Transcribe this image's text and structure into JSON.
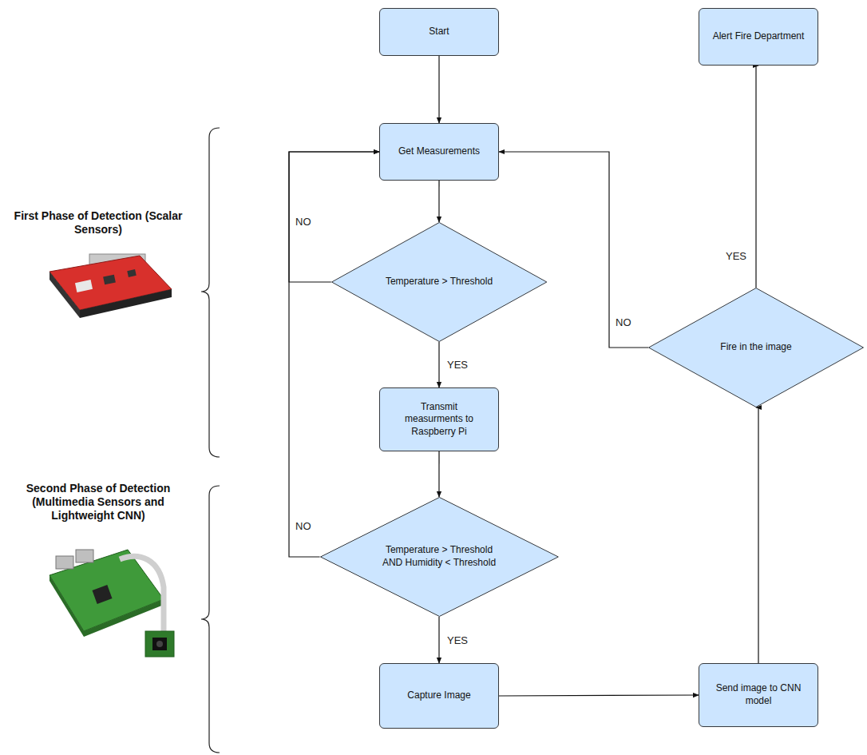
{
  "diagram": {
    "nodes": [
      {
        "text": [
          "Start"
        ]
      },
      {
        "text": [
          "Get Measurements"
        ]
      },
      {
        "text": [
          "Temperature > Threshold"
        ]
      },
      {
        "text": [
          "Transmit measurments to Raspberry Pi"
        ]
      },
      {
        "text": [
          "Temperature > Threshold AND Humidity < Threshold"
        ]
      },
      {
        "text": [
          "Capture Image"
        ]
      },
      {
        "text": [
          "Send image to CNN model"
        ]
      },
      {
        "text": [
          "Fire in the image"
        ]
      },
      {
        "text": [
          "Alert Fire Department"
        ]
      }
    ],
    "edges": [
      {
        "from": 0,
        "to": 1,
        "arrow": "to"
      },
      {
        "from": 1,
        "to": 2,
        "arrow": "to"
      },
      {
        "from": 2,
        "to": 1,
        "label": "NO",
        "arrow": "to"
      },
      {
        "from": 2,
        "to": 3,
        "label": "YES",
        "arrow": "to"
      },
      {
        "from": 3,
        "to": 4,
        "arrow": "to"
      },
      {
        "from": 4,
        "to": 1,
        "label": "NO",
        "arrow": "to"
      },
      {
        "from": 4,
        "to": 5,
        "label": "YES",
        "arrow": "to"
      },
      {
        "from": 5,
        "to": 6,
        "arrow": "to"
      },
      {
        "from": 6,
        "to": 7,
        "arrow": "to"
      },
      {
        "from": 7,
        "to": 8,
        "label": "YES",
        "arrow": "to"
      },
      {
        "from": 7,
        "to": 1,
        "label": "NO",
        "arrow": "to"
      }
    ],
    "labels": [
      "First Phase of Detection (Scalar Sensors)",
      "Second Phase of Detection (Multimedia Sensors and Lightweight CNN)"
    ]
  }
}
